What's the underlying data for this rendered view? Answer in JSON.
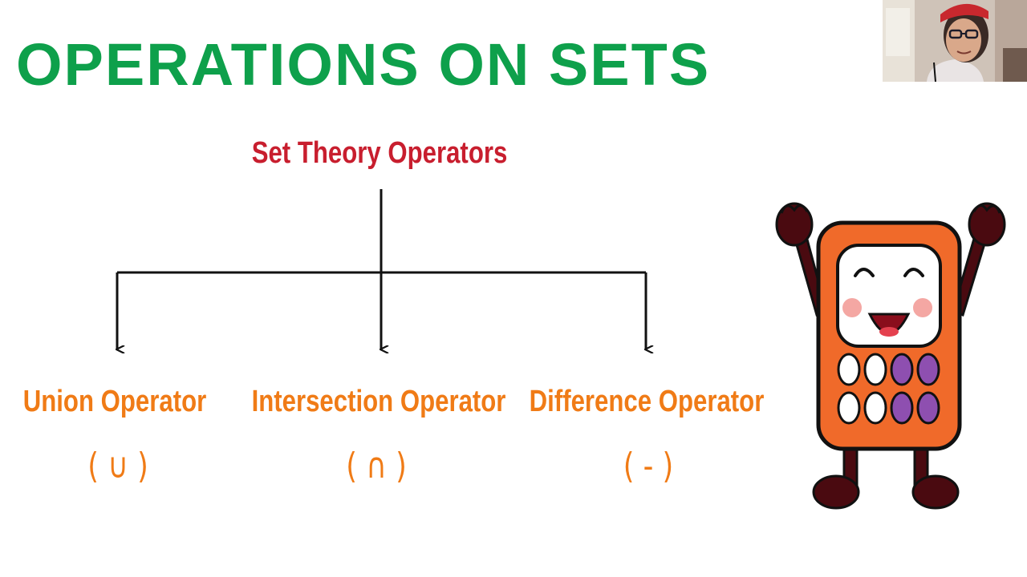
{
  "slide": {
    "title": "OPERATIONS ON SETS"
  },
  "diagram": {
    "root": "Set Theory Operators",
    "operators": [
      {
        "name": "Union Operator",
        "symbol": "( ∪ )"
      },
      {
        "name": "Intersection Operator",
        "symbol": "( ∩ )"
      },
      {
        "name": "Difference Operator",
        "symbol": "( - )"
      }
    ]
  },
  "colors": {
    "title": "#0ea04b",
    "root": "#c81e2e",
    "operator": "#f07b16",
    "lines": "#111111",
    "mascot_body": "#f06a2a",
    "mascot_limbs": "#4a0a10",
    "key_purple": "#8e4fb0"
  },
  "icons": {
    "mascot": "calculator-mascot",
    "webcam": "presenter-webcam"
  }
}
